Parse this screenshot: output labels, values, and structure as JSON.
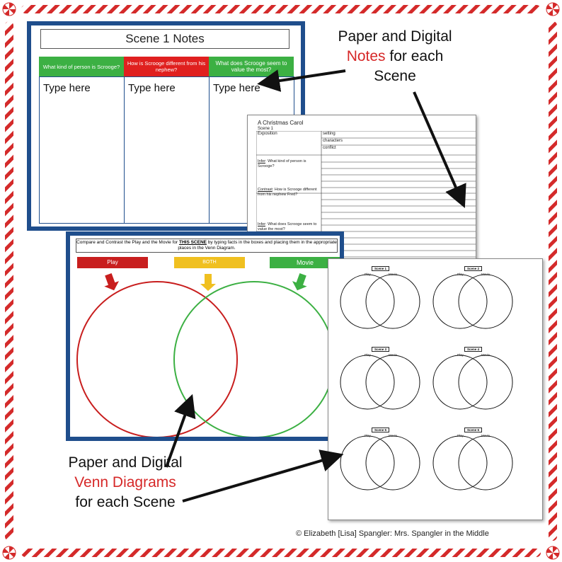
{
  "notes_slide": {
    "title": "Scene 1 Notes",
    "columns": [
      {
        "header": "What kind of person is Scrooge?",
        "color": "#3cb043",
        "placeholder": "Type here"
      },
      {
        "header": "How is Scrooge different from his nephew?",
        "color": "#e0201f",
        "placeholder": "Type here"
      },
      {
        "header": "What does Scrooge seem to value the most?",
        "color": "#3cb043",
        "placeholder": "Type here"
      }
    ]
  },
  "paper_notes": {
    "title": "A Christmas Carol",
    "scene": "Scene 1",
    "exposition": "Exposition",
    "exposition_rows": [
      "setting",
      "characters",
      "conflict"
    ],
    "questions": [
      {
        "label": "Infer",
        "text": ":  What kind of person is Scrooge?"
      },
      {
        "label": "Contrast",
        "text": ":  How is Scrooge different from his nephew Fred?"
      },
      {
        "label": "Infer",
        "text": ":  What does Scrooge seem to value the most?"
      }
    ]
  },
  "venn_slide": {
    "instructions_pre": "Compare and Contrast the Play and the Movie for ",
    "instructions_em": "THIS SCENE",
    "instructions_post": " by typing facts in the boxes and placing them in the appropriate places in the Venn Diagram.",
    "labels": [
      {
        "text": "Play",
        "color": "#c81e1e"
      },
      {
        "text": "BOTH",
        "color": "#f0c020"
      },
      {
        "text": "Movie",
        "color": "#3cb043"
      }
    ]
  },
  "paper_venn": {
    "scenes": [
      "Scene 1",
      "Scene 2",
      "Scene 3",
      "Scene 4",
      "Scene 5",
      "Scene 6"
    ],
    "left_label": "Play",
    "right_label": "Movie"
  },
  "callouts": {
    "notes_pre": "Paper and Digital ",
    "notes_em": "Notes",
    "notes_post": " for each Scene",
    "venn_pre": "Paper and Digital ",
    "venn_em": "Venn Diagrams",
    "venn_post": " for each Scene"
  },
  "copyright": "© Elizabeth [Lisa] Spangler:  Mrs. Spangler in the Middle",
  "colors": {
    "accent_red": "#d62828",
    "slide_blue": "#1f4e8c"
  }
}
